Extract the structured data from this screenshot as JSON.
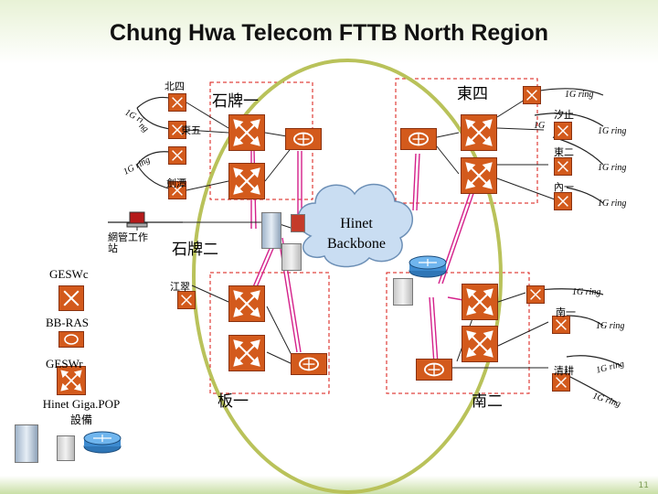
{
  "title": "Chung Hwa Telecom FTTB North Region",
  "areas": {
    "shipai1": "石牌一",
    "shipai2": "石牌二",
    "dongsi": "東四",
    "banyi": "板一",
    "naner": "南二"
  },
  "nodes": {
    "beisi": "北四",
    "dongwu": "東五",
    "jiantan": "劍潭",
    "xizhi": "汐止",
    "donger": "東二",
    "neiyi": "內一",
    "jiangcui": "江翠",
    "nanyi": "南一",
    "qinggeng": "清耕",
    "wangguan": "網管工作站"
  },
  "cloud": {
    "line1": "Hinet",
    "line2": "Backbone"
  },
  "legend": {
    "geswc": "GESWc",
    "bbras": "BB-RAS",
    "geswr": "GESWr",
    "gigapop_line1": "Hinet Giga.POP",
    "gigapop_line2": "設備"
  },
  "ring_label": "1G ring",
  "ring_partial_left_top": "1G ri",
  "ring_partial_left_top2": "ng",
  "ring_partial_left_mid": "1G ring",
  "ring_partial_mid": "1G",
  "page_number": "11",
  "colors": {
    "device_orange": "#d35a1c",
    "backbone_ring": "#b9c25a",
    "area_box": "#d9140f",
    "cloud": "#c9ddf2"
  }
}
